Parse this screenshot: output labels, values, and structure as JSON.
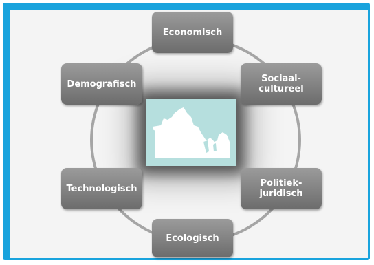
{
  "diagram": {
    "nodes": [
      {
        "id": "economisch",
        "label": "Economisch"
      },
      {
        "id": "sociaal-cultureel",
        "label": "Sociaal-\ncultureel"
      },
      {
        "id": "politiek-juridisch",
        "label": "Politiek-\njuridisch"
      },
      {
        "id": "ecologisch",
        "label": "Ecologisch"
      },
      {
        "id": "technologisch",
        "label": "Technologisch"
      },
      {
        "id": "demografisch",
        "label": "Demografisch"
      }
    ],
    "colors": {
      "frame": "#19a3dd",
      "panel": "#f4f4f4",
      "ring": "#a5a5a5",
      "node": "#7f7f7f",
      "center": "#b6dfde"
    }
  }
}
